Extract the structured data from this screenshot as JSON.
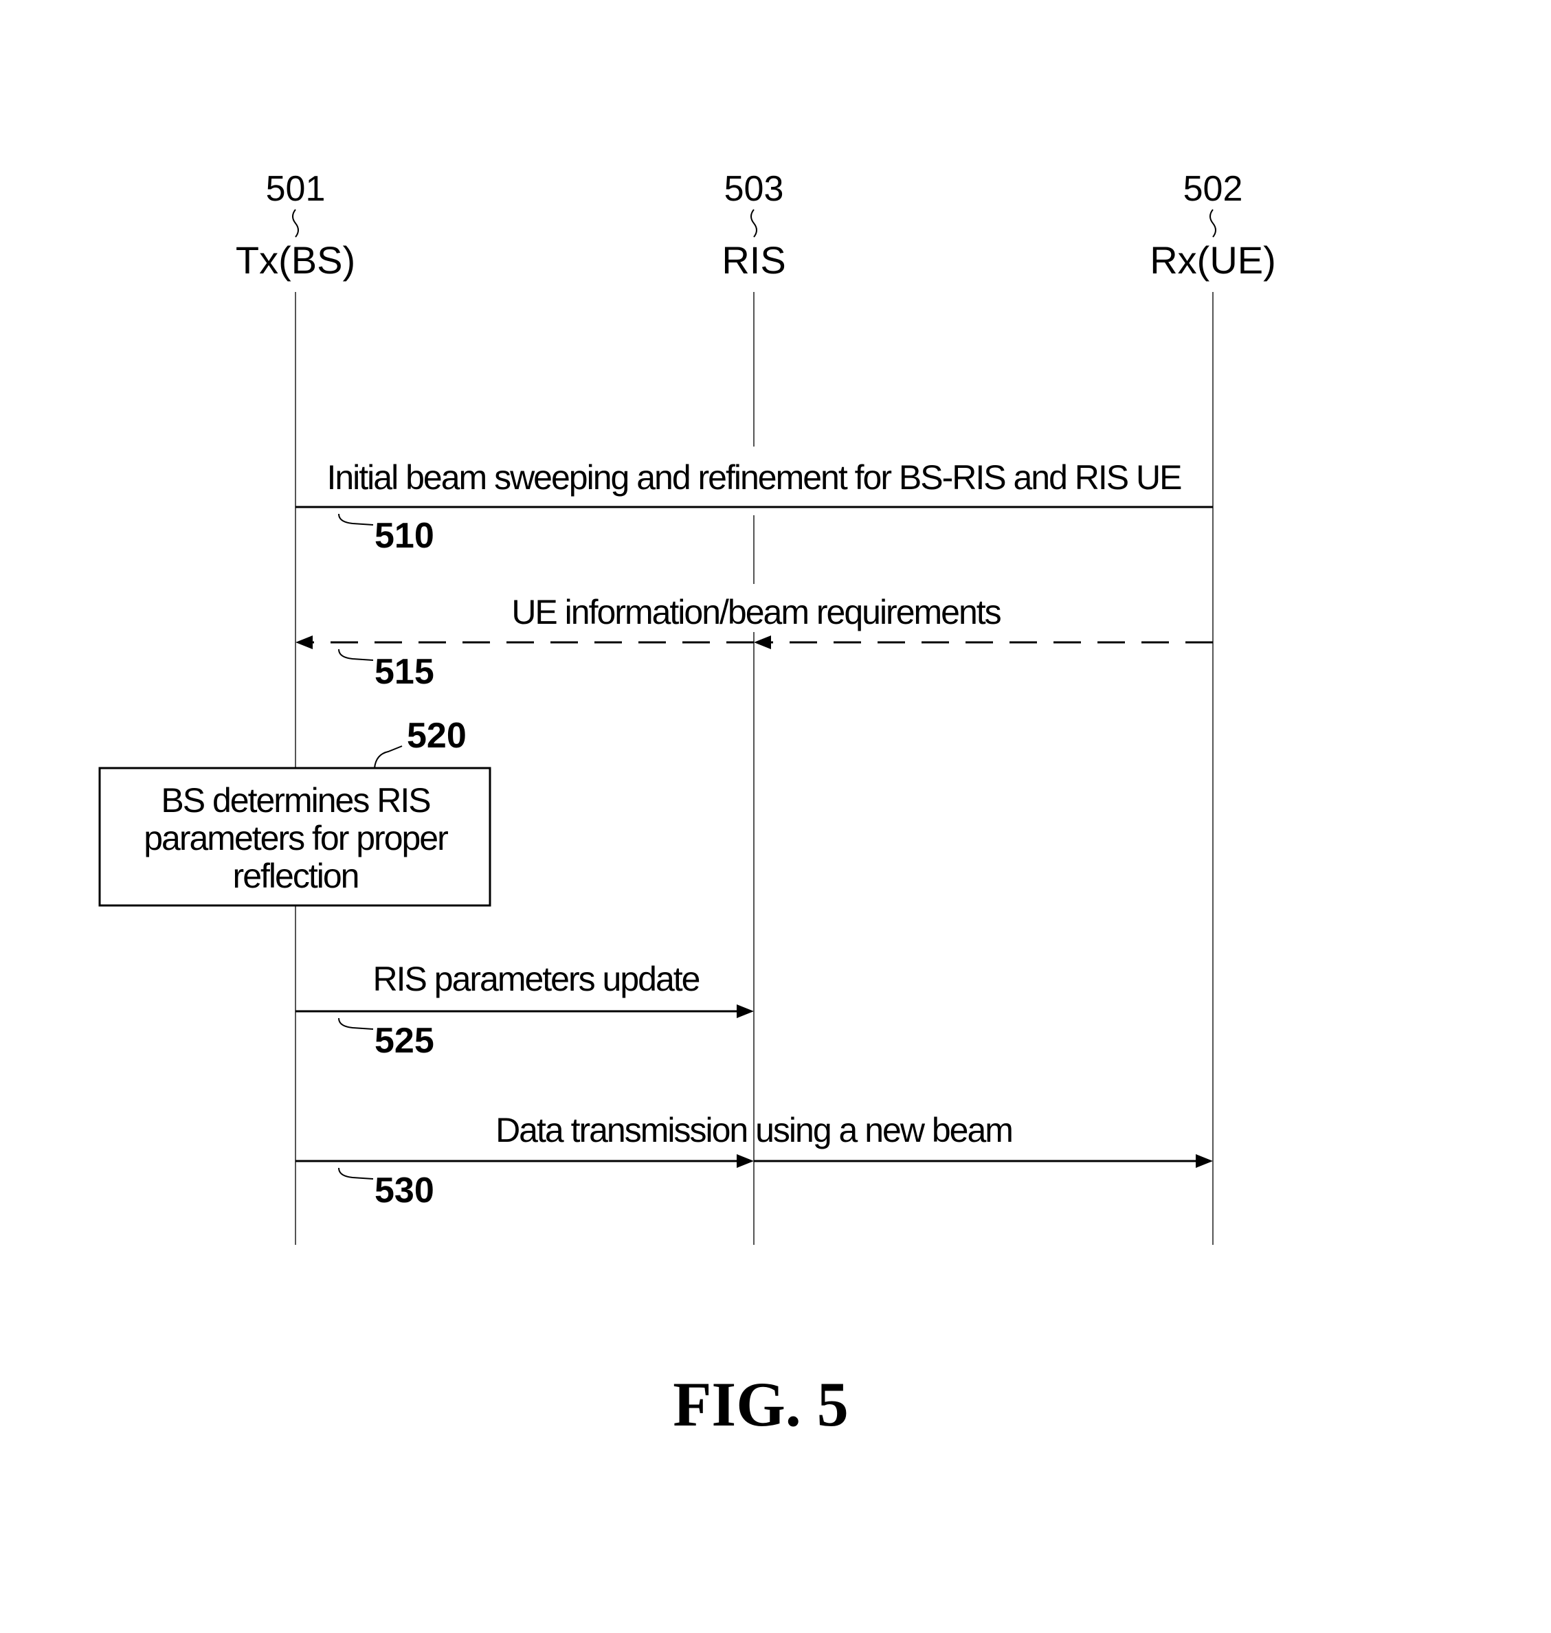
{
  "participants": [
    {
      "ref": "501",
      "label": "Tx(BS)"
    },
    {
      "ref": "503",
      "label": "RIS"
    },
    {
      "ref": "502",
      "label": "Rx(UE)"
    }
  ],
  "messages": [
    {
      "step": "510",
      "text": "Initial beam sweeping and refinement for BS-RIS and RIS UE"
    },
    {
      "step": "515",
      "text": "UE information/beam requirements"
    },
    {
      "step": "525",
      "text": "RIS parameters update"
    },
    {
      "step": "530",
      "text": "Data transmission using a new beam"
    }
  ],
  "process_box": {
    "step": "520",
    "lines": [
      "BS determines RIS",
      "parameters for proper",
      "reflection"
    ]
  },
  "figure_label": "FIG. 5"
}
